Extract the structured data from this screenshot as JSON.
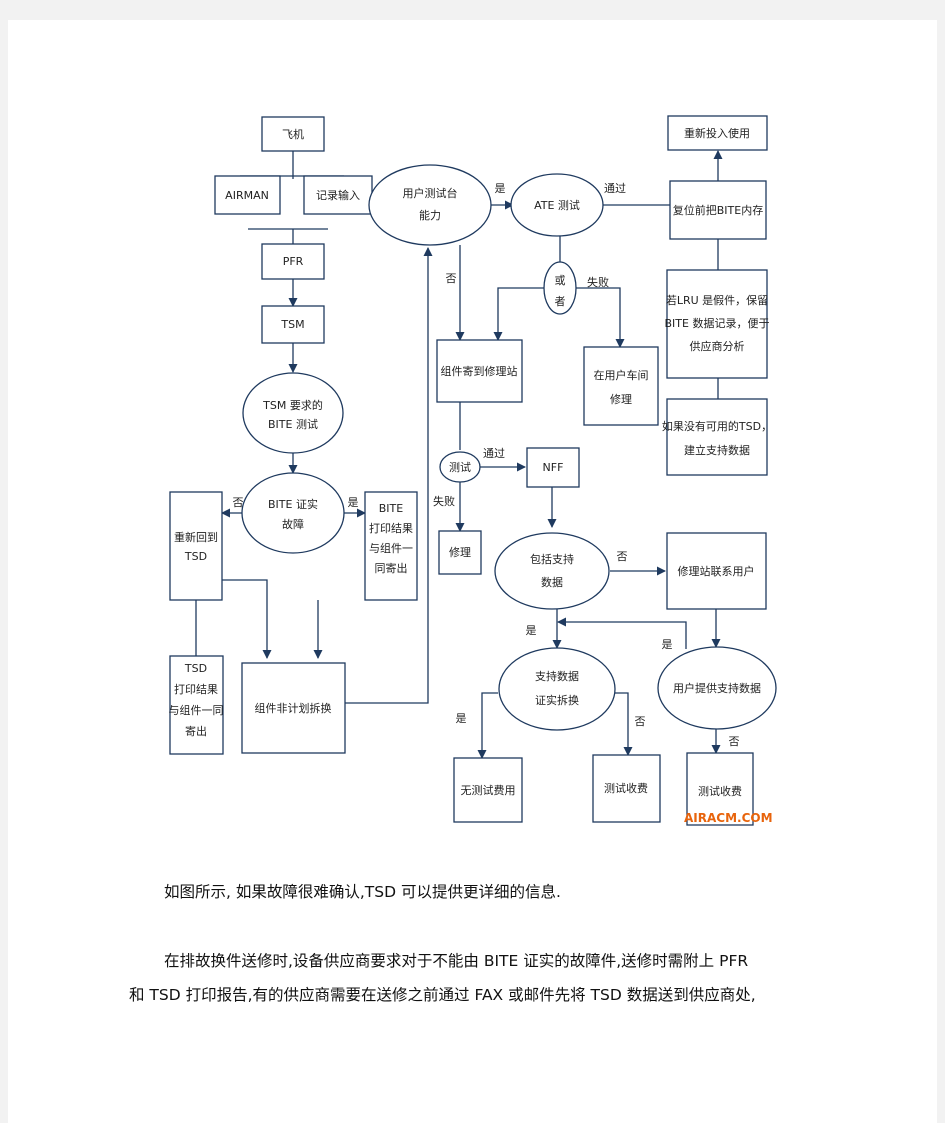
{
  "flowchart": {
    "nodes": {
      "aircraft": "飞机",
      "airman": "AIRMAN",
      "record_input": "记录输入",
      "pfr": "PFR",
      "tsm": "TSM",
      "tsm_bite_1": "TSM 要求的",
      "tsm_bite_2": "BITE 测试",
      "bite_confirm_1": "BITE 证实",
      "bite_confirm_2": "故障",
      "return_tsd_1": "重新回到",
      "return_tsd_2": "TSD",
      "bite_print_1": "BITE",
      "bite_print_2": "打印结果",
      "bite_print_3": "与组件一",
      "bite_print_4": "同寄出",
      "tsd_print_1": "TSD",
      "tsd_print_2": "打印结果",
      "tsd_print_3": "与组件一同",
      "tsd_print_4": "寄出",
      "unscheduled_removal": "组件非计划拆换",
      "user_test_1": "用户测试台",
      "user_test_2": "能力",
      "ate_test": "ATE 测试",
      "or_1": "或",
      "or_2": "者",
      "send_repair_station": "组件寄到修理站",
      "user_shop_1": "在用户车间",
      "user_shop_2": "修理",
      "reinstall": "重新投入使用",
      "reset_bite": "复位前把BITE内存",
      "lru_1": "若LRU 是假件，保留",
      "lru_2": "BITE 数据记录，便于",
      "lru_3": "供应商分析",
      "no_tsd_1": "如果没有可用的TSD，",
      "no_tsd_2": "建立支持数据",
      "test": "测试",
      "nff": "NFF",
      "repair": "修理",
      "include_support_1": "包括支持",
      "include_support_2": "数据",
      "contact_user": "修理站联系用户",
      "support_confirm_1": "支持数据",
      "support_confirm_2": "证实拆换",
      "user_provide": "用户提供支持数据",
      "no_test_fee": "无测试费用",
      "test_fee_1": "测试收费",
      "test_fee_2": "测试收费"
    },
    "edge_labels": {
      "yes": "是",
      "no": "否",
      "pass": "通过",
      "fail": "失败"
    },
    "watermark": "AIRACM.COM",
    "line_color": "#1f3a5f"
  },
  "body": {
    "para1": "如图所示, 如果故障很难确认,TSD 可以提供更详细的信息.",
    "para2_line1": "在排故换件送修时,设备供应商要求对于不能由 BITE 证实的故障件,送修时需附上 PFR",
    "para2_line2": "和 TSD 打印报告,有的供应商需要在送修之前通过 FAX 或邮件先将 TSD 数据送到供应商处,"
  }
}
